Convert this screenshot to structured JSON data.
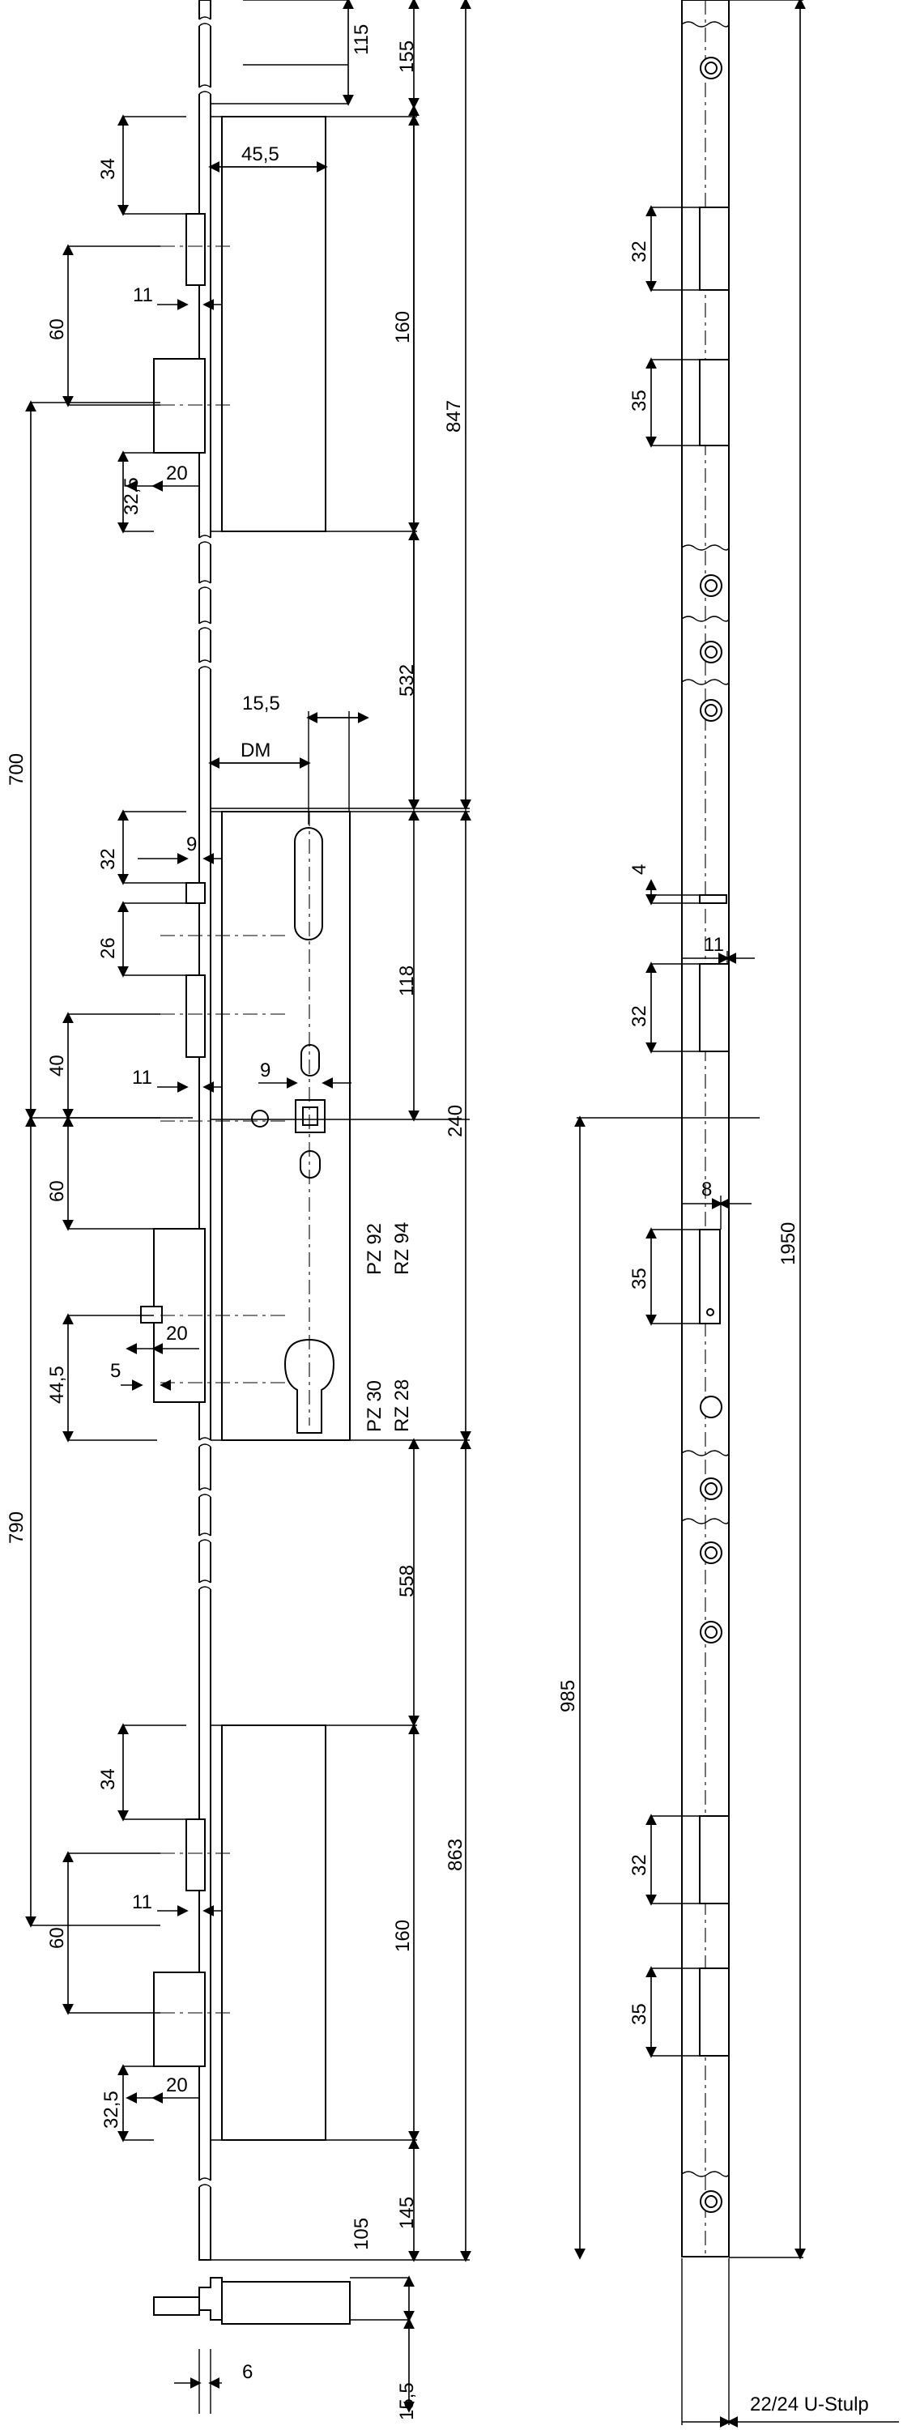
{
  "dimensions": {
    "d115": "115",
    "d155": "155",
    "d45_5": "45,5",
    "d34_top": "34",
    "d60_top": "60",
    "d11_top": "11",
    "d160_top": "160",
    "d847": "847",
    "d700": "700",
    "d32_5_top": "32,5",
    "d20_top": "20",
    "d532": "532",
    "d15_5_top": "15,5",
    "dDM": "DM",
    "d32_left": "32",
    "d9_left": "9",
    "d26_left": "26",
    "d118": "118",
    "d40_left": "40",
    "d11_mid": "11",
    "d9_mid": "9",
    "d240": "240",
    "d60_mid": "60",
    "dPZ92": "PZ 92",
    "dRZ94": "RZ 94",
    "d44_5": "44,5",
    "d20_mid": "20",
    "d5_mid": "5",
    "dPZ30": "PZ 30",
    "dRZ28": "RZ 28",
    "d790": "790",
    "d558": "558",
    "d34_bottom": "34",
    "d863": "863",
    "d60_bottom": "60",
    "d11_bottom": "11",
    "d160_bottom": "160",
    "d32_5_bottom": "32,5",
    "d20_bottom": "20",
    "d145": "145",
    "d105": "105",
    "d6": "6",
    "d15_5_bottom": "15,5",
    "d32_right_top": "32",
    "d35_right_top": "35",
    "d4_right": "4",
    "d11_right": "11",
    "d32_right_mid": "32",
    "d8_right": "8",
    "d35_right_mid": "35",
    "d985": "985",
    "d1950": "1950",
    "d32_right_bottom": "32",
    "d35_right_bottom": "35",
    "dUStulp": "22/24 U-Stulp"
  }
}
